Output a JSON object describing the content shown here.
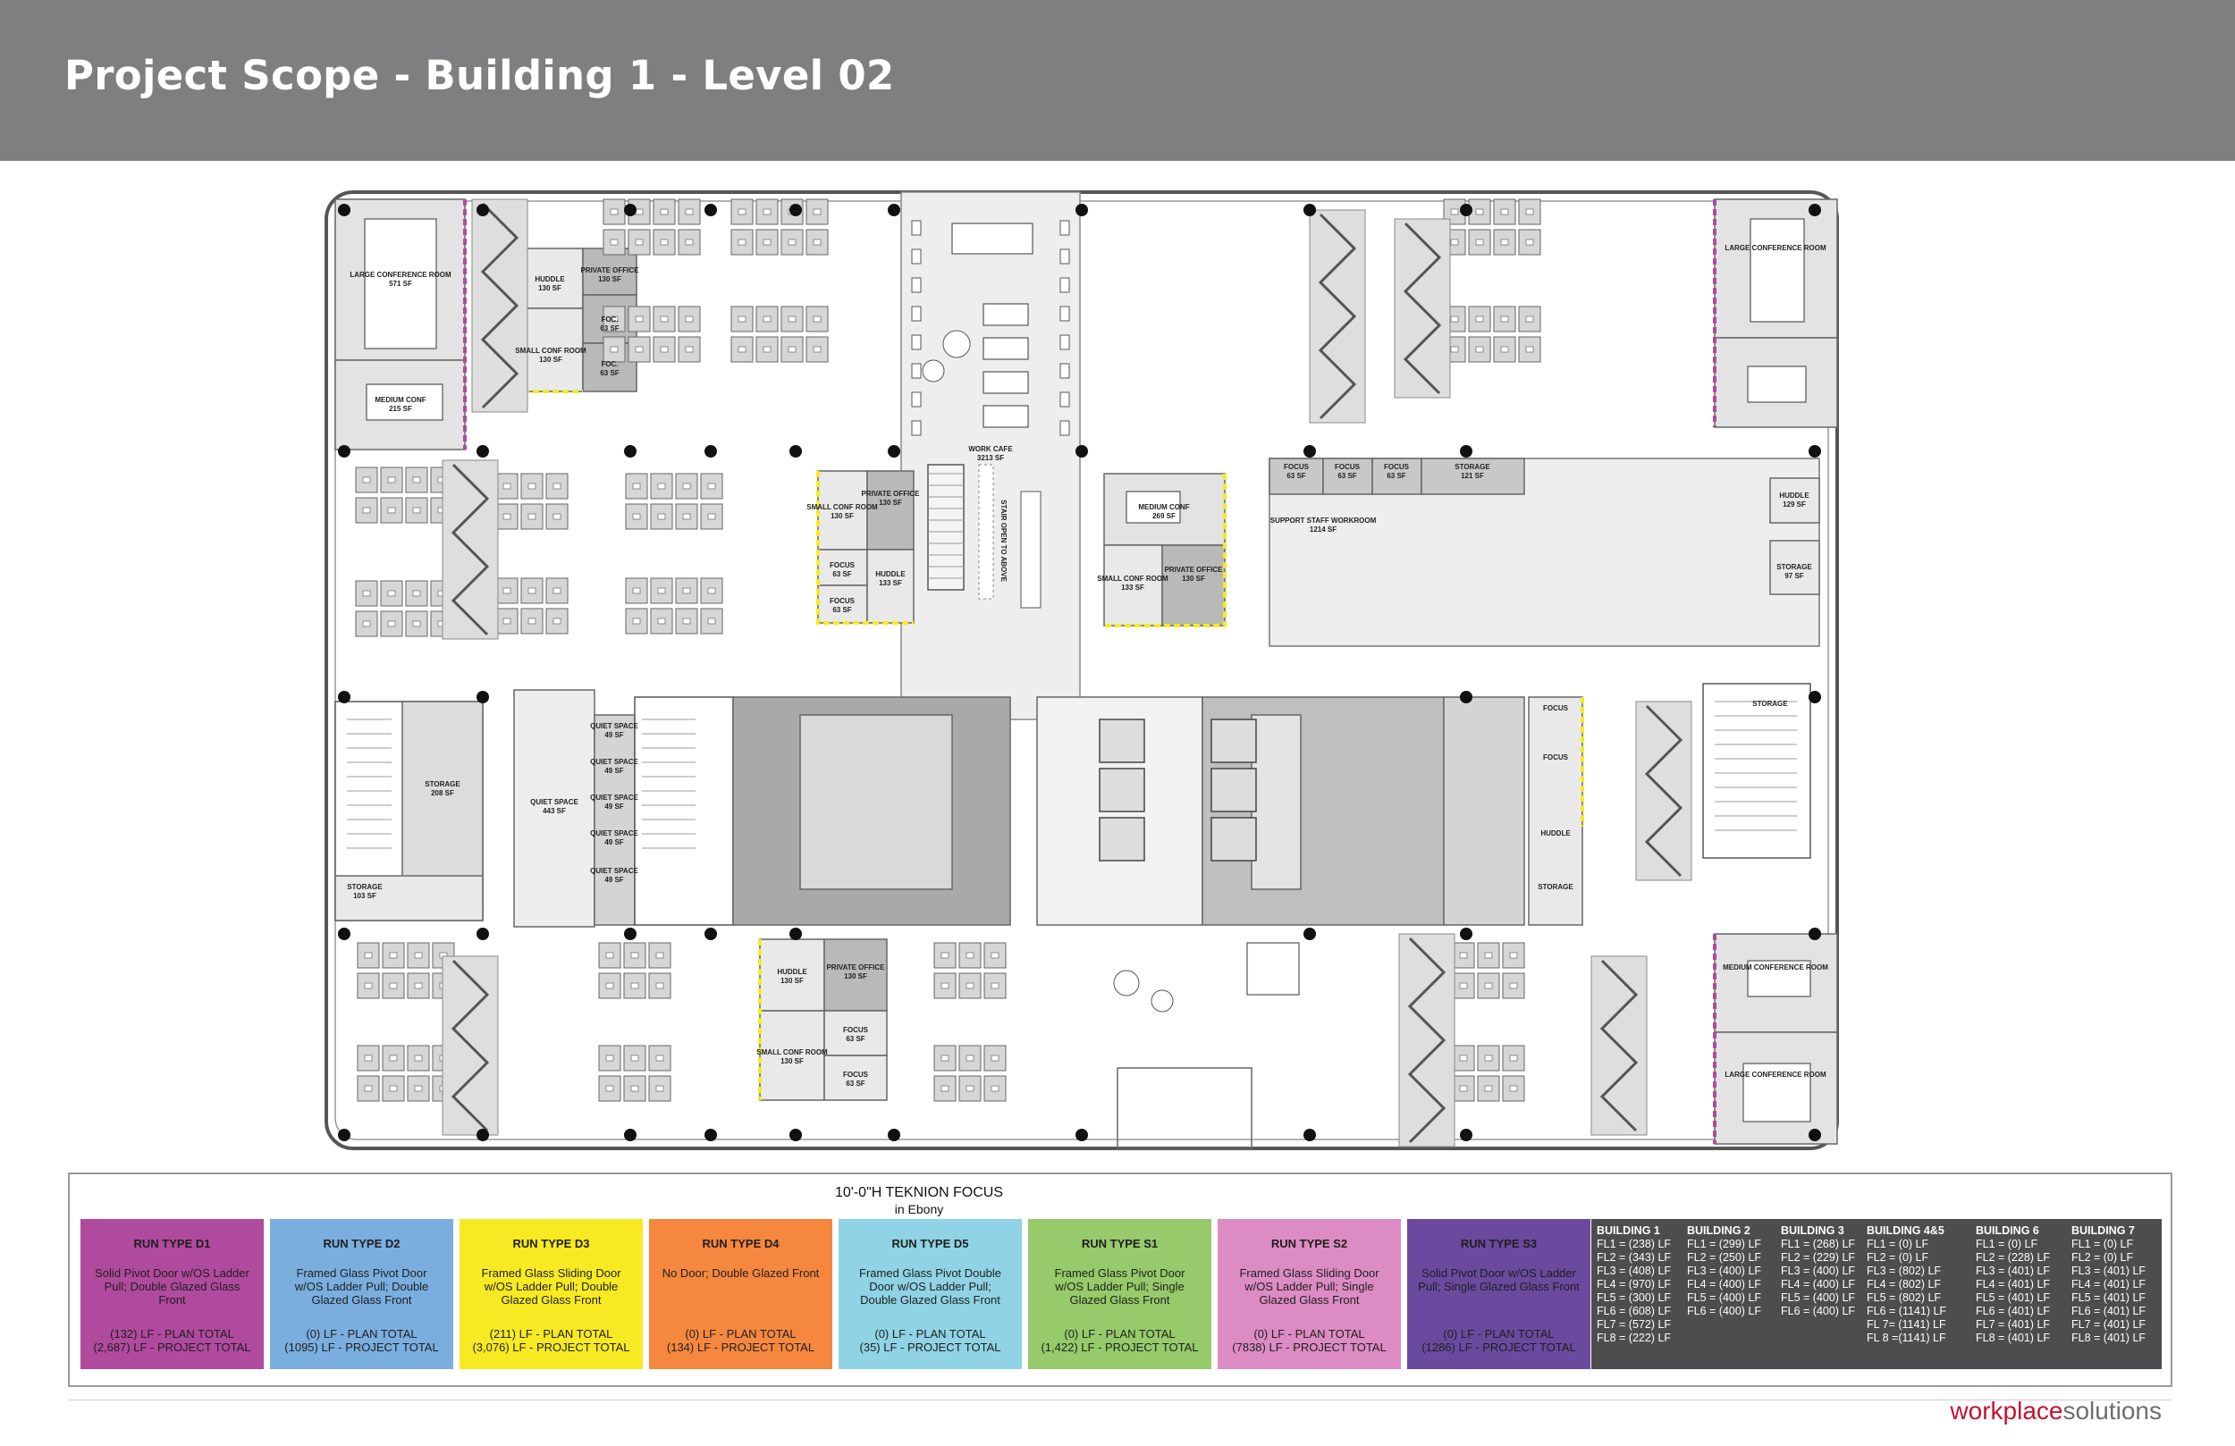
{
  "header": {
    "title": "Project Scope - Building 1 - Level 02"
  },
  "floorplan": {
    "rooms": [
      {
        "name": "LARGE CONFERENCE ROOM",
        "area": "571 SF"
      },
      {
        "name": "MEDIUM CONF",
        "area": "215 SF"
      },
      {
        "name": "HUDDLE",
        "area": "130 SF"
      },
      {
        "name": "PRIVATE OFFICE",
        "area": "130 SF"
      },
      {
        "name": "FOC.",
        "area": "63 SF"
      },
      {
        "name": "SMALL CONF ROOM",
        "area": "130 SF"
      },
      {
        "name": "FOC.",
        "area": "63 SF"
      },
      {
        "name": "WORK CAFE",
        "area": "3213 SF"
      },
      {
        "name": "LARGE CONFERENCE ROOM",
        "area": ""
      },
      {
        "name": "SMALL CONF ROOM",
        "area": "130 SF"
      },
      {
        "name": "PRIVATE OFFICE",
        "area": "130 SF"
      },
      {
        "name": "FOCUS",
        "area": "63 SF"
      },
      {
        "name": "HUDDLE",
        "area": "133 SF"
      },
      {
        "name": "FOCUS",
        "area": "63 SF"
      },
      {
        "name": "MEDIUM CONF",
        "area": "269 SF"
      },
      {
        "name": "SMALL CONF ROOM",
        "area": "133 SF"
      },
      {
        "name": "PRIVATE OFFICE",
        "area": "130 SF"
      },
      {
        "name": "FOCUS",
        "area": "63 SF"
      },
      {
        "name": "FOCUS",
        "area": "63 SF"
      },
      {
        "name": "FOCUS",
        "area": "63 SF"
      },
      {
        "name": "STORAGE",
        "area": "121 SF"
      },
      {
        "name": "SUPPORT STAFF WORKROOM",
        "area": "1214 SF"
      },
      {
        "name": "HUDDLE",
        "area": "129 SF"
      },
      {
        "name": "STORAGE",
        "area": "97 SF"
      },
      {
        "name": "STORAGE",
        "area": "208 SF"
      },
      {
        "name": "STORAGE",
        "area": "103 SF"
      },
      {
        "name": "QUIET SPACE",
        "area": "443 SF"
      },
      {
        "name": "QUIET SPACE",
        "area": "49 SF"
      },
      {
        "name": "QUIET SPACE",
        "area": "49 SF"
      },
      {
        "name": "QUIET SPACE",
        "area": "49 SF"
      },
      {
        "name": "QUIET SPACE",
        "area": "49 SF"
      },
      {
        "name": "QUIET SPACE",
        "area": "49 SF"
      },
      {
        "name": "FOCUS",
        "area": ""
      },
      {
        "name": "FOCUS",
        "area": ""
      },
      {
        "name": "HUDDLE",
        "area": ""
      },
      {
        "name": "STORAGE",
        "area": ""
      },
      {
        "name": "STORAGE",
        "area": ""
      },
      {
        "name": "HUDDLE",
        "area": "130 SF"
      },
      {
        "name": "PRIVATE OFFICE",
        "area": "130 SF"
      },
      {
        "name": "SMALL CONF ROOM",
        "area": "130 SF"
      },
      {
        "name": "FOCUS",
        "area": "63 SF"
      },
      {
        "name": "FOCUS",
        "area": "63 SF"
      },
      {
        "name": "MEDIUM CONFERENCE ROOM",
        "area": ""
      },
      {
        "name": "LARGE CONFERENCE ROOM",
        "area": ""
      }
    ],
    "stair_label": "STAIR OPEN TO ABOVE"
  },
  "legend": {
    "title": "10'-0\"H TEKNION FOCUS",
    "subtitle": "in Ebony",
    "run_types": [
      {
        "name": "RUN TYPE D1",
        "desc": "Solid Pivot Door w/OS Ladder Pull; Double Glazed Glass Front",
        "plan": "(132) LF - PLAN TOTAL",
        "project": "(2,687) LF - PROJECT TOTAL",
        "color": "#b04a9e"
      },
      {
        "name": "RUN TYPE D2",
        "desc": "Framed Glass Pivot Door w/OS Ladder Pull; Double Glazed Glass Front",
        "plan": "(0) LF - PLAN TOTAL",
        "project": "(1095) LF - PROJECT TOTAL",
        "color": "#7aaedf"
      },
      {
        "name": "RUN TYPE D3",
        "desc": "Framed Glass Sliding Door w/OS Ladder Pull; Double Glazed Glass Front",
        "plan": "(211) LF - PLAN TOTAL",
        "project": "(3,076) LF - PROJECT TOTAL",
        "color": "#f7ea22"
      },
      {
        "name": "RUN TYPE D4",
        "desc": "No Door; Double Glazed Front",
        "plan": "(0) LF - PLAN TOTAL",
        "project": "(134) LF - PROJECT TOTAL",
        "color": "#f5883e"
      },
      {
        "name": "RUN TYPE D5",
        "desc": "Framed Glass Pivot Double Door w/OS Ladder Pull; Double Glazed Glass Front",
        "plan": "(0) LF - PLAN TOTAL",
        "project": "(35) LF - PROJECT TOTAL",
        "color": "#8fd3e4"
      },
      {
        "name": "RUN TYPE S1",
        "desc": "Framed Glass Pivot Door w/OS Ladder Pull; Single Glazed Glass Front",
        "plan": "(0) LF - PLAN TOTAL",
        "project": "(1,422) LF - PROJECT TOTAL",
        "color": "#96ca6a"
      },
      {
        "name": "RUN TYPE S2",
        "desc": "Framed Glass Sliding Door w/OS Ladder Pull; Single Glazed Glass Front",
        "plan": "(0) LF - PLAN TOTAL",
        "project": "(7838) LF - PROJECT TOTAL",
        "color": "#dc8cc3"
      },
      {
        "name": "RUN TYPE S3",
        "desc": "Solid Pivot Door w/OS Ladder Pull; Single Glazed Glass Front",
        "plan": "(0) LF - PLAN TOTAL",
        "project": "(1286) LF - PROJECT TOTAL",
        "color": "#6a4a9e"
      }
    ],
    "buildings": [
      {
        "name": "BUILDING 1",
        "lines": [
          "FL1 = (238) LF",
          "FL2 = (343) LF",
          "FL3 = (408) LF",
          "FL4 = (970) LF",
          "FL5 = (300) LF",
          "FL6 = (608) LF",
          "FL7 = (572) LF",
          "FL8 = (222) LF"
        ]
      },
      {
        "name": "BUILDING 2",
        "lines": [
          "FL1 = (299) LF",
          "FL2 = (250) LF",
          "FL3 = (400) LF",
          "FL4 = (400) LF",
          "FL5 = (400) LF",
          "FL6 = (400) LF"
        ]
      },
      {
        "name": "BUILDING 3",
        "lines": [
          "FL1 = (268) LF",
          "FL2 = (229) LF",
          "FL3 = (400) LF",
          "FL4 = (400) LF",
          "FL5 = (400) LF",
          "FL6 = (400) LF"
        ]
      },
      {
        "name": "BUILDING 4&5",
        "lines": [
          "FL1 = (0) LF",
          "FL2 = (0) LF",
          "FL3 = (802) LF",
          "FL4 = (802) LF",
          "FL5 = (802) LF",
          "FL6 = (1141) LF",
          "FL 7= (1141) LF",
          "FL 8 =(1141) LF"
        ]
      },
      {
        "name": "BUILDING 6",
        "lines": [
          "FL1 = (0) LF",
          "FL2 = (228) LF",
          "FL3 = (401) LF",
          "FL4 = (401) LF",
          "FL5 = (401) LF",
          "FL6 = (401) LF",
          "FL7 = (401) LF",
          "FL8 = (401) LF"
        ]
      },
      {
        "name": "BUILDING 7",
        "lines": [
          "FL1 = (0) LF",
          "FL2 = (0) LF",
          "FL3 = (401) LF",
          "FL4 = (401) LF",
          "FL5 = (401) LF",
          "FL6 = (401) LF",
          "FL7 = (401) LF",
          "FL8 = (401) LF"
        ]
      }
    ]
  },
  "footer": {
    "brand_a": "workplace",
    "brand_b": "solutions"
  },
  "colors": {
    "header_bg": "#7f7f81",
    "room_gray": "#dcdcdc",
    "core_gray": "#a9a9a9",
    "yellow_run": "#f7ea22",
    "magenta_run": "#b04a9e"
  }
}
